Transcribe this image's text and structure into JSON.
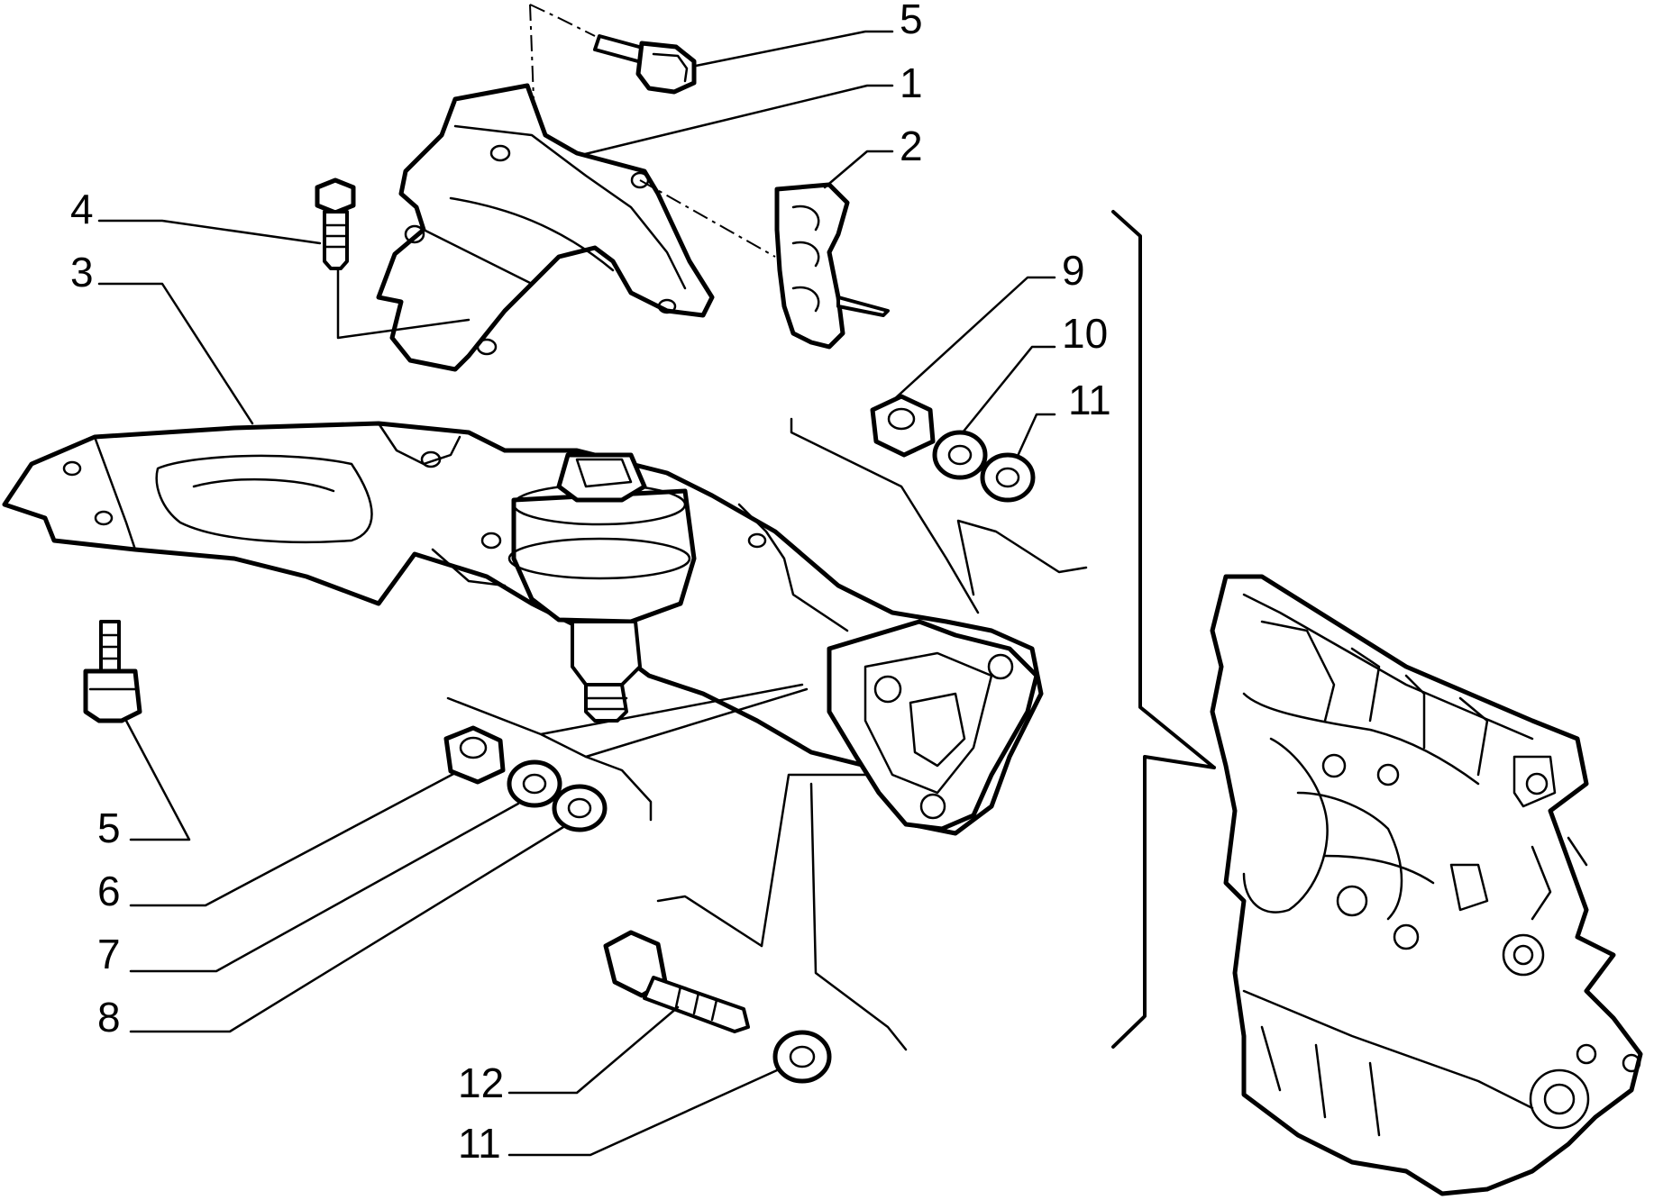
{
  "callouts": [
    {
      "id": "c5-top",
      "text": "5"
    },
    {
      "id": "c1",
      "text": "1"
    },
    {
      "id": "c2",
      "text": "2"
    },
    {
      "id": "c4",
      "text": "4"
    },
    {
      "id": "c3",
      "text": "3"
    },
    {
      "id": "c9",
      "text": "9"
    },
    {
      "id": "c10",
      "text": "10"
    },
    {
      "id": "c11-right",
      "text": "11"
    },
    {
      "id": "c5-left",
      "text": "5"
    },
    {
      "id": "c6",
      "text": "6"
    },
    {
      "id": "c7",
      "text": "7"
    },
    {
      "id": "c8",
      "text": "8"
    },
    {
      "id": "c12",
      "text": "12"
    },
    {
      "id": "c11-bottom",
      "text": "11"
    }
  ]
}
